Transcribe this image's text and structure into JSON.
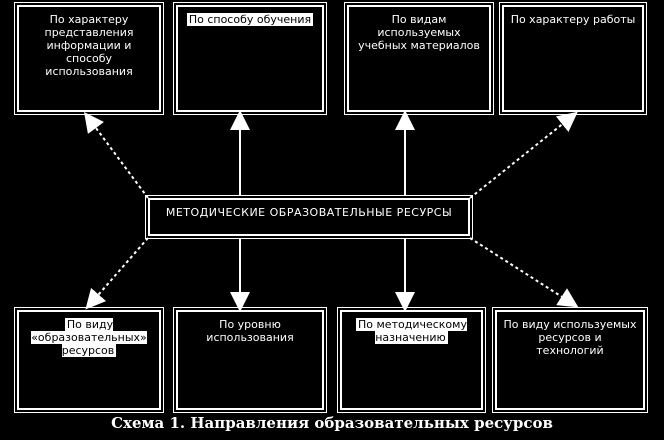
{
  "center": {
    "label": "МЕТОДИЧЕСКИЕ ОБРАЗОВАТЕЛЬНЫЕ РЕСУРСЫ"
  },
  "top_boxes": [
    {
      "text": "По характеру представления информации и способу использования"
    },
    {
      "text": "По способу обучения"
    },
    {
      "text": "По видам используемых учебных материалов"
    },
    {
      "text": "По характеру работы"
    }
  ],
  "bottom_boxes": [
    {
      "text": "По виду «образовательных» ресурсов"
    },
    {
      "text": "По уровню использования"
    },
    {
      "text": "По методическому назначению"
    },
    {
      "text": "По виду используемых ресурсов и технологий"
    }
  ],
  "caption": "Схема 1. Направления образовательных ресурсов"
}
